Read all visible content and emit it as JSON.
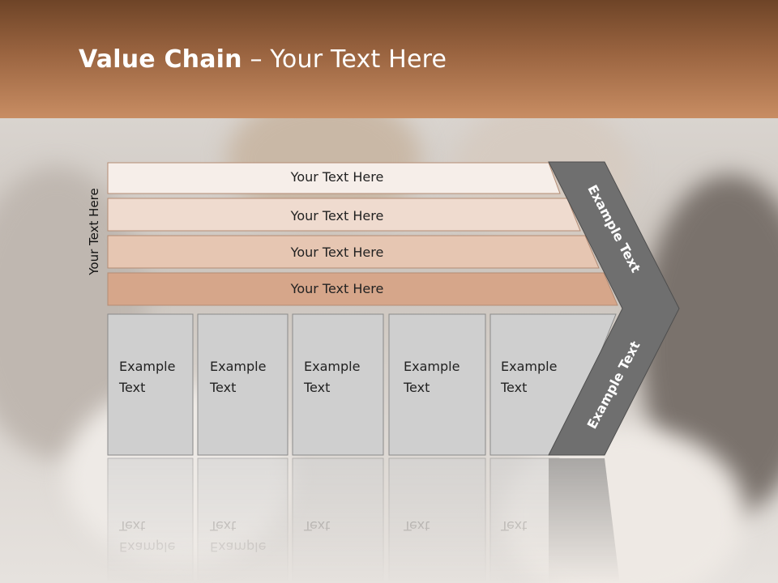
{
  "title": {
    "bold": "Value Chain",
    "rest": " – Your Text Here"
  },
  "side_label": "Your Text Here",
  "bars": [
    {
      "label": "Your Text Here",
      "color": "#f6eee9"
    },
    {
      "label": "Your Text Here",
      "color": "#efdbcf"
    },
    {
      "label": "Your Text Here",
      "color": "#e6c6b2"
    },
    {
      "label": "Your Text Here",
      "color": "#d6a68a"
    }
  ],
  "boxes": [
    {
      "line1": "Example",
      "line2": "Text"
    },
    {
      "line1": "Example",
      "line2": "Text"
    },
    {
      "line1": "Example",
      "line2": "Text"
    },
    {
      "line1": "Example",
      "line2": "Text"
    },
    {
      "line1": "Example",
      "line2": "Text"
    }
  ],
  "chevron": {
    "top_label": "Example Text",
    "bottom_label": "Example Text"
  },
  "colors": {
    "box_fill": "#cfcfcf",
    "chevron_fill": "#6f6f6f",
    "header": "#9a6440"
  }
}
